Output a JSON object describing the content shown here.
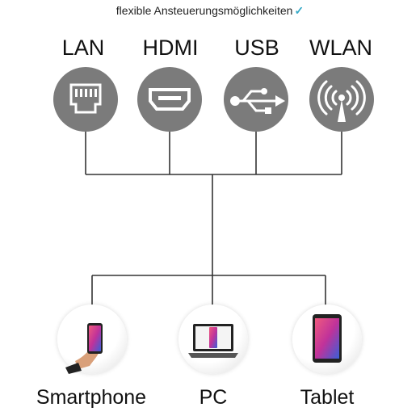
{
  "header": {
    "title": "flexible Ansteuerungsmöglichkeiten",
    "check": "✓"
  },
  "interfaces": [
    {
      "label": "LAN",
      "icon": "ethernet-port-icon"
    },
    {
      "label": "HDMI",
      "icon": "hdmi-port-icon"
    },
    {
      "label": "USB",
      "icon": "usb-symbol-icon"
    },
    {
      "label": "WLAN",
      "icon": "wifi-antenna-icon"
    }
  ],
  "devices": [
    {
      "label": "Smartphone",
      "icon": "smartphone-in-hand-icon"
    },
    {
      "label": "PC",
      "icon": "laptop-icon"
    },
    {
      "label": "Tablet",
      "icon": "tablet-icon"
    }
  ],
  "colors": {
    "icon_circle": "#7b7b7b",
    "connector_line": "#333333",
    "check": "#35a9c7"
  }
}
